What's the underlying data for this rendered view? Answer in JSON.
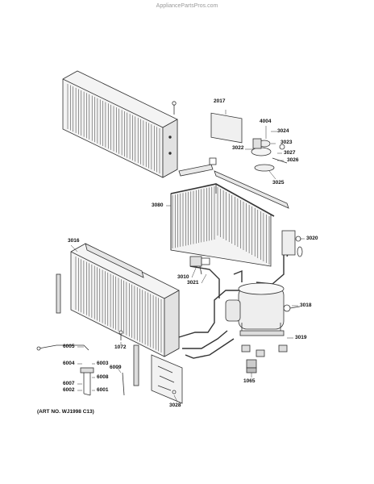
{
  "watermark": "AppliancePartsPros.com",
  "art_number": "(ART NO. WJ1998 C13)",
  "part_labels": {
    "p2017": "2017",
    "p4004": "4004",
    "p3024": "3024",
    "p3022": "3022",
    "p3023": "3023",
    "p3027": "3027",
    "p3026": "3026",
    "p3025": "3025",
    "p3080": "3080",
    "p3016": "3016",
    "p3020": "3020",
    "p3010": "3010",
    "p3021": "3021",
    "p3018": "3018",
    "p3019": "3019",
    "p6005": "6005",
    "p1072": "1072",
    "p6004": "6004",
    "p6003": "6003",
    "p6009": "6009",
    "p6008": "6008",
    "p6007": "6007",
    "p6002": "6002",
    "p6001": "6001",
    "p1065": "1065",
    "p3028": "3028"
  }
}
